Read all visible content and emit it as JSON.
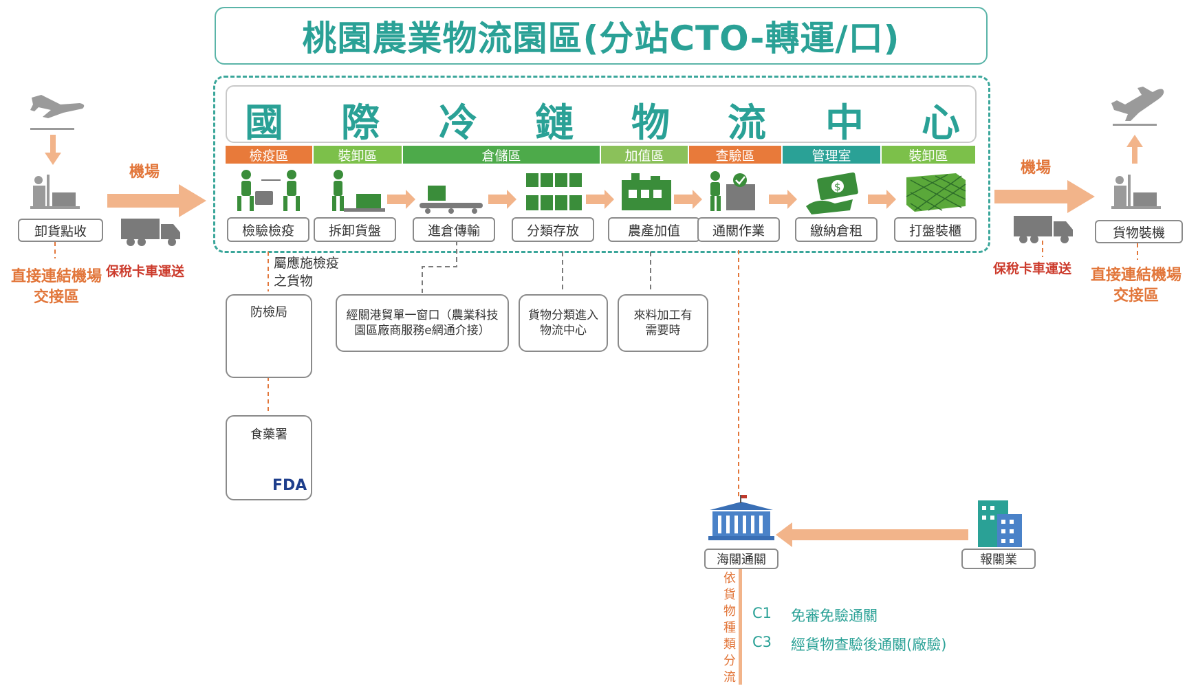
{
  "title": "桃園農業物流園區(分站CTO-轉運/口)",
  "center_chars": [
    "國",
    "際",
    "冷",
    "鏈",
    "物",
    "流",
    "中",
    "心"
  ],
  "zones": [
    {
      "label": "檢疫區",
      "color": "#e87a3a"
    },
    {
      "label": "裝卸區",
      "color": "#7cc04a"
    },
    {
      "label": "倉儲區",
      "color": "#4daa4a"
    },
    {
      "label": "加值區",
      "color": "#8bc15a"
    },
    {
      "label": "查驗區",
      "color": "#e87a3a"
    },
    {
      "label": "管理室",
      "color": "#2aa196"
    },
    {
      "label": "裝卸區",
      "color": "#7cc04a"
    }
  ],
  "steps": [
    "檢驗檢疫",
    "拆卸貨盤",
    "進倉傳輸",
    "分類存放",
    "農產加值",
    "通關作業",
    "繳納倉租",
    "打盤裝櫃"
  ],
  "left": {
    "station": "卸貨點收",
    "airport": "機場",
    "truck": "保稅卡車運送",
    "handover": "直接連結機場交接區"
  },
  "right": {
    "station": "貨物裝機",
    "airport": "機場",
    "truck": "保稅卡車運送",
    "handover": "直接連結機場交接區"
  },
  "quarantine_note": "屬應施檢疫之貨物",
  "agencies": {
    "baphiq": "防檢局",
    "fda": "食藥署",
    "fda_logo": "FDA"
  },
  "notes": {
    "single_window": "經關港貿單一窗口（農業科技園區廠商服務e網通介接）",
    "classify": "貨物分類進入物流中心",
    "processing": "來料加工有需要時"
  },
  "customs": {
    "office": "海關通關",
    "broker": "報關業",
    "route_note": "依貨物種類分流",
    "c1_code": "C1",
    "c1_text": "免審免驗通關",
    "c3_code": "C3",
    "c3_text": "經貨物查驗後通關(廠驗)"
  },
  "colors": {
    "teal": "#2aa196",
    "orange": "#e2763a",
    "arrow": "#f2b48a",
    "icon_green": "#3a8d3a",
    "grey": "#9a9a9a"
  }
}
